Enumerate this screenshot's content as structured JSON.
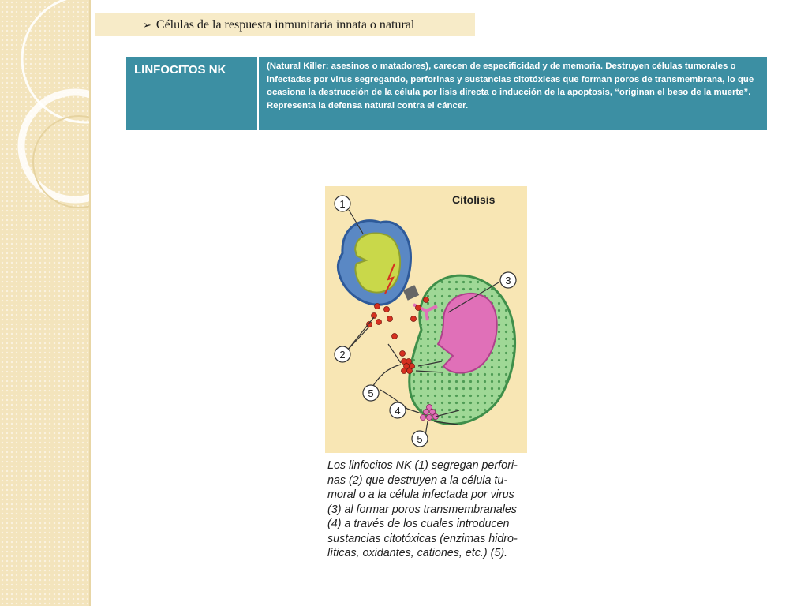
{
  "slide": {
    "banner_bullet": "➢",
    "banner_title": "Células de la respuesta inmunitaria innata o natural"
  },
  "table": {
    "term": "LINFOCITOS NK",
    "description": "(Natural Killer: asesinos o matadores), carecen de especificidad y de memoria. Destruyen células tumorales o infectadas por virus segregando, perforinas y sustancias citotóxicas que forman poros de transmembrana, lo que ocasiona la destrucción de la célula por lisis directa o inducción de la apoptosis, “originan el beso de la muerte”. Representa la defensa natural contra el cáncer."
  },
  "figure": {
    "title": "Citolisis",
    "markers": [
      "1",
      "2",
      "3",
      "4",
      "5",
      "5"
    ],
    "caption": "Los linfocitos NK (1) segregan perfori-\nnas (2) que destruyen a la célula tu-\nmoral o a la célula infectada por virus\n(3) al formar poros transmembranales\n(4) a través de los cuales introducen\nsustancias citotóxicas (enzimas hidro-\nlíticas, oxidantes, cationes, etc.) (5)."
  },
  "colors": {
    "side_panel": "#f3e4bc",
    "banner": "#f7ebc8",
    "table_bg": "#3c8fa3",
    "figure_bg": "#f8e6b4",
    "nk_cell": "#5a88c4",
    "nk_nucleus": "#c9d84a",
    "target_cell": "#8fcf86",
    "target_nucleus": "#e070b8",
    "perforin": "#d63020"
  }
}
